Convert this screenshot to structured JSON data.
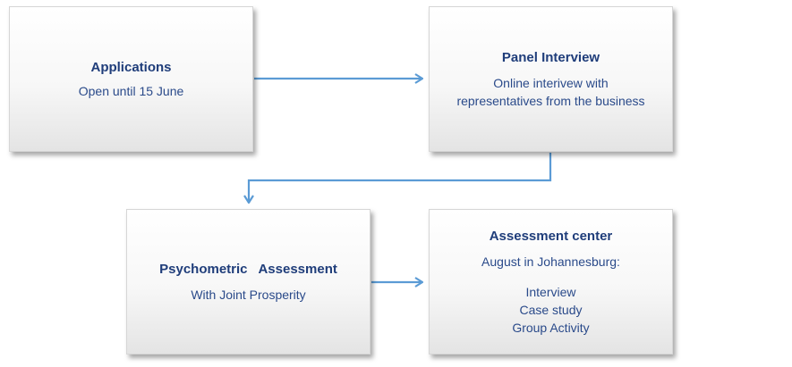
{
  "steps": {
    "applications": {
      "title": "Applications",
      "lines": [
        "Open until 15 June"
      ]
    },
    "panel_interview": {
      "title": "Panel Interview",
      "lines": [
        "Online interivew with",
        "representatives from the business"
      ]
    },
    "psychometric": {
      "title": "Psychometric   Assessment",
      "lines": [
        "With Joint Prosperity"
      ]
    },
    "assessment_center": {
      "title": "Assessment center",
      "lines": [
        "August in Johannesburg:",
        "Interview",
        "Case study",
        "Group Activity"
      ]
    }
  },
  "colors": {
    "arrow": "#5b9bd5",
    "title_text": "#1f3d7a",
    "body_text": "#2a4a8a"
  }
}
